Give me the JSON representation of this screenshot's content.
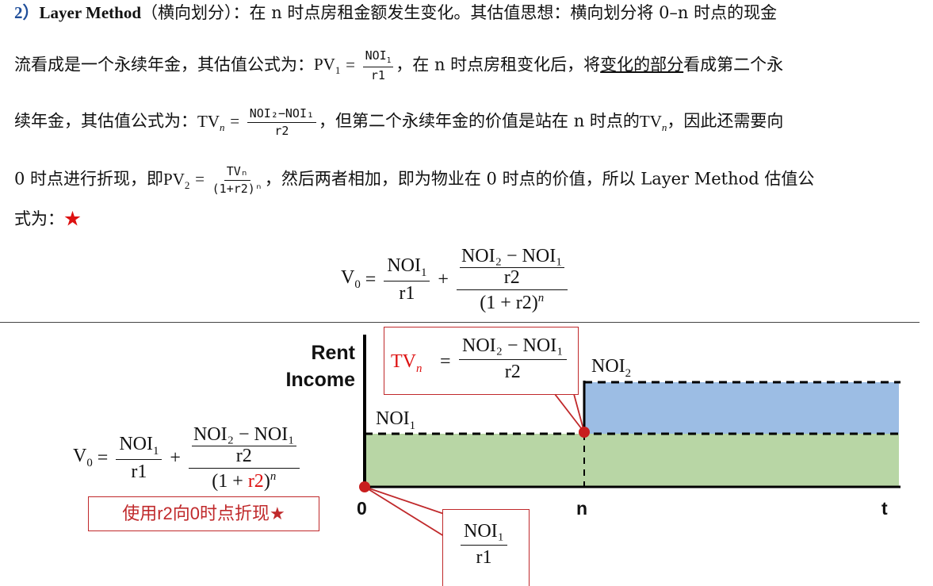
{
  "para": {
    "l1_num": "2）",
    "l1_method": "Layer Method",
    "l1_rest": "（横向划分）：在 n 时点房租金额发生变化。其估值思想：横向划分将 0–n 时点的现金",
    "l2_a": "流看成是一个永续年金，其估值公式为：",
    "pv1": "PV",
    "pv1_sub": "1",
    "eq": "=",
    "noi1": "NOI",
    "noi1_sub": "1",
    "r1": "r1",
    "l2_b": "，在 n 时点房租变化后，将",
    "l2_under": "变化的部分",
    "l2_c": "看成第二个永",
    "l3_a": "续年金，其估值公式为：",
    "tv": "TV",
    "tv_sub": "n",
    "noi_diff": "NOI₂−NOI₁",
    "r2": "r2",
    "l3_b": "，但第二个永续年金的价值是站在 n 时点的",
    "l3_c": "，因此还需要向",
    "l4_a": "0 时点进行折现，即",
    "pv2": "PV",
    "pv2_sub": "2",
    "tvn_frac": "TVₙ",
    "disc": "(1+r2)ⁿ",
    "l4_b": "，然后两者相加，即为物业在 0 时点的价值，所以 Layer Method 估值公",
    "l5": "式为：",
    "star": "★"
  },
  "formula": {
    "v0": "V",
    "v0_sub": "0",
    "eq": "=",
    "noi1": "NOI",
    "noi1_sub": "1",
    "r1": "r1",
    "plus": "+",
    "diff_num": "NOI₂ − NOI₁",
    "r2": "r2",
    "disc": "(1 + r2)",
    "disc_sup": "n"
  },
  "diagram": {
    "ylabel_1": "Rent",
    "ylabel_2": "Income",
    "tick_0": "0",
    "tick_n": "n",
    "tick_t": "t",
    "level1_label": "NOI",
    "level1_sub": "1",
    "level2_label": "NOI",
    "level2_sub": "2",
    "tv_label": "TV",
    "tv_sub": "n",
    "tv_eq": "=",
    "tv_num": "NOI₂ − NOI₁",
    "tv_den": "r2",
    "callout_num": "NOI₁",
    "callout_den": "r1",
    "left_v0": "V",
    "left_v0_sub": "0",
    "left_eq": "=",
    "left_noi1": "NOI",
    "left_noi1_sub": "1",
    "left_r1": "r1",
    "left_plus": "+",
    "left_diff": "NOI₂ − NOI₁",
    "left_r2": "r2",
    "left_disc_open": "(1 + ",
    "left_disc_r2": "r2",
    "left_disc_close": ")",
    "left_disc_sup": "n",
    "note": "使用r2向0时点折现★",
    "colors": {
      "green": "#b8d6a5",
      "blue": "#9cbde4",
      "red": "#c0292b",
      "dot": "#c81e1e"
    }
  }
}
